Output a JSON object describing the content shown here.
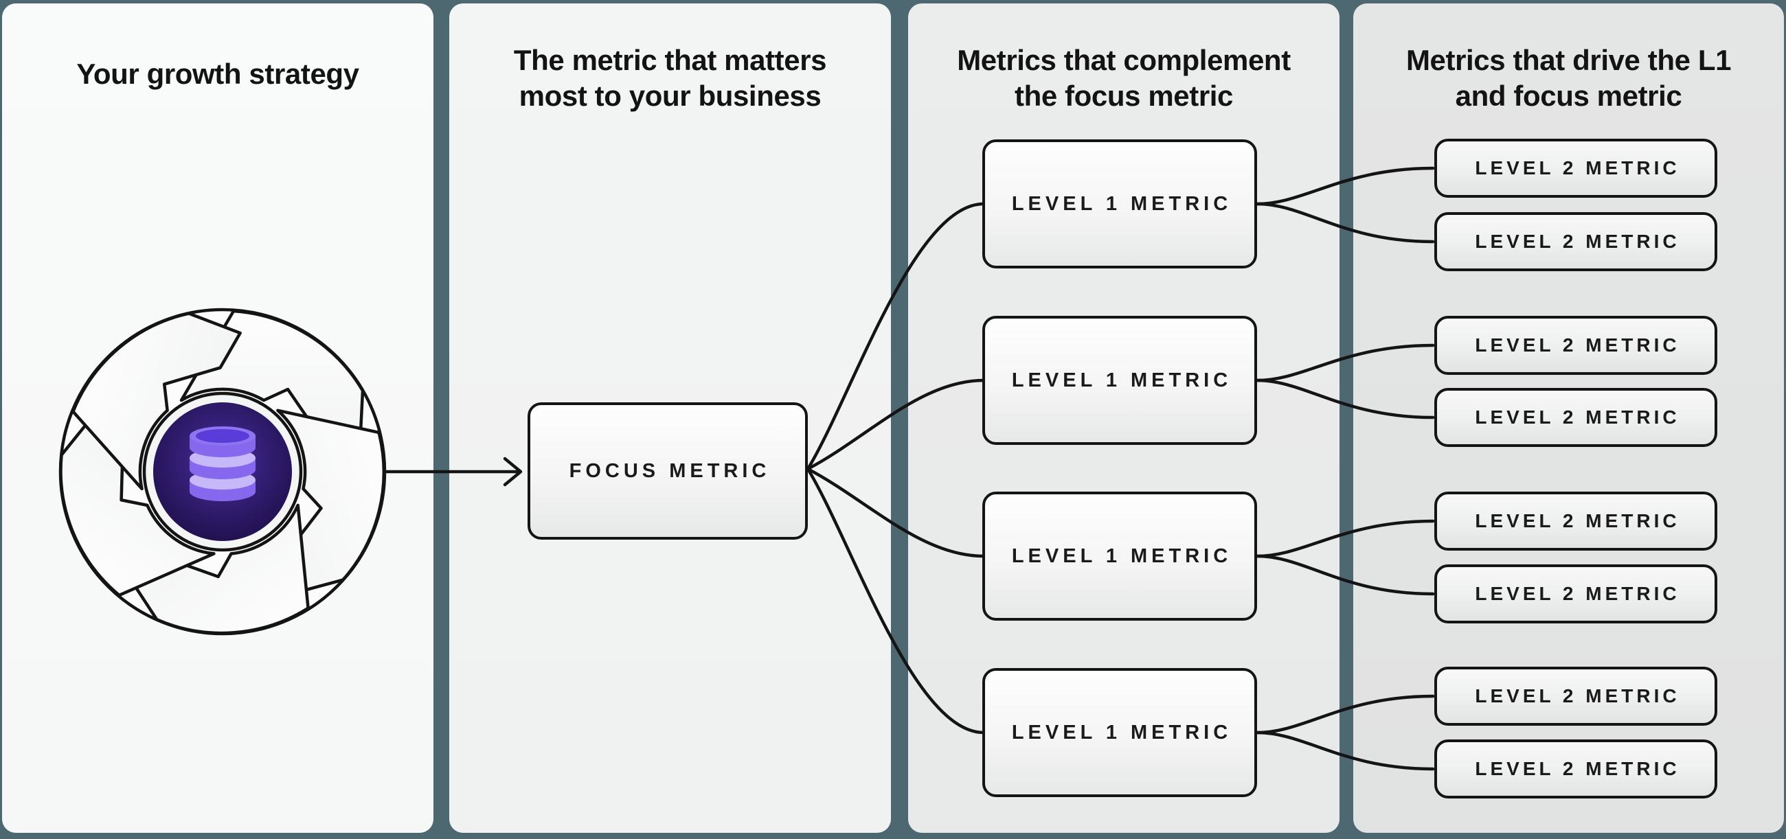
{
  "page": {
    "background_color": "#4d6871",
    "ink_color": "#141414"
  },
  "panels": [
    {
      "id": "growth-strategy",
      "title_lines": [
        "Your growth strategy"
      ]
    },
    {
      "id": "focus-metric",
      "title_lines": [
        "The metric that matters",
        "most to your business"
      ]
    },
    {
      "id": "level1-metrics",
      "title_lines": [
        "Metrics that complement",
        "the focus metric"
      ]
    },
    {
      "id": "level2-metrics",
      "title_lines": [
        "Metrics that drive the L1",
        "and focus metric"
      ]
    }
  ],
  "nodes": {
    "focus_metric": {
      "label": "FOCUS METRIC"
    },
    "level1_metrics": [
      {
        "label": "LEVEL 1 METRIC"
      },
      {
        "label": "LEVEL 1 METRIC"
      },
      {
        "label": "LEVEL 1 METRIC"
      },
      {
        "label": "LEVEL 1 METRIC"
      }
    ],
    "level2_metrics": [
      {
        "label": "LEVEL 2 METRIC"
      },
      {
        "label": "LEVEL 2 METRIC"
      },
      {
        "label": "LEVEL 2 METRIC"
      },
      {
        "label": "LEVEL 2 METRIC"
      },
      {
        "label": "LEVEL 2 METRIC"
      },
      {
        "label": "LEVEL 2 METRIC"
      },
      {
        "label": "LEVEL 2 METRIC"
      },
      {
        "label": "LEVEL 2 METRIC"
      }
    ]
  },
  "icons": {
    "growth_loop": "pinwheel-loop-icon",
    "database": "database-icon"
  },
  "colors": {
    "divider_teal": "#4d6871",
    "accent_purple": "#8666ee",
    "icon_circle_background": "#2a1763",
    "panel_shades": [
      "#f8f9f9",
      "#f2f3f3",
      "#eaebeb",
      "#e3e4e4"
    ]
  }
}
